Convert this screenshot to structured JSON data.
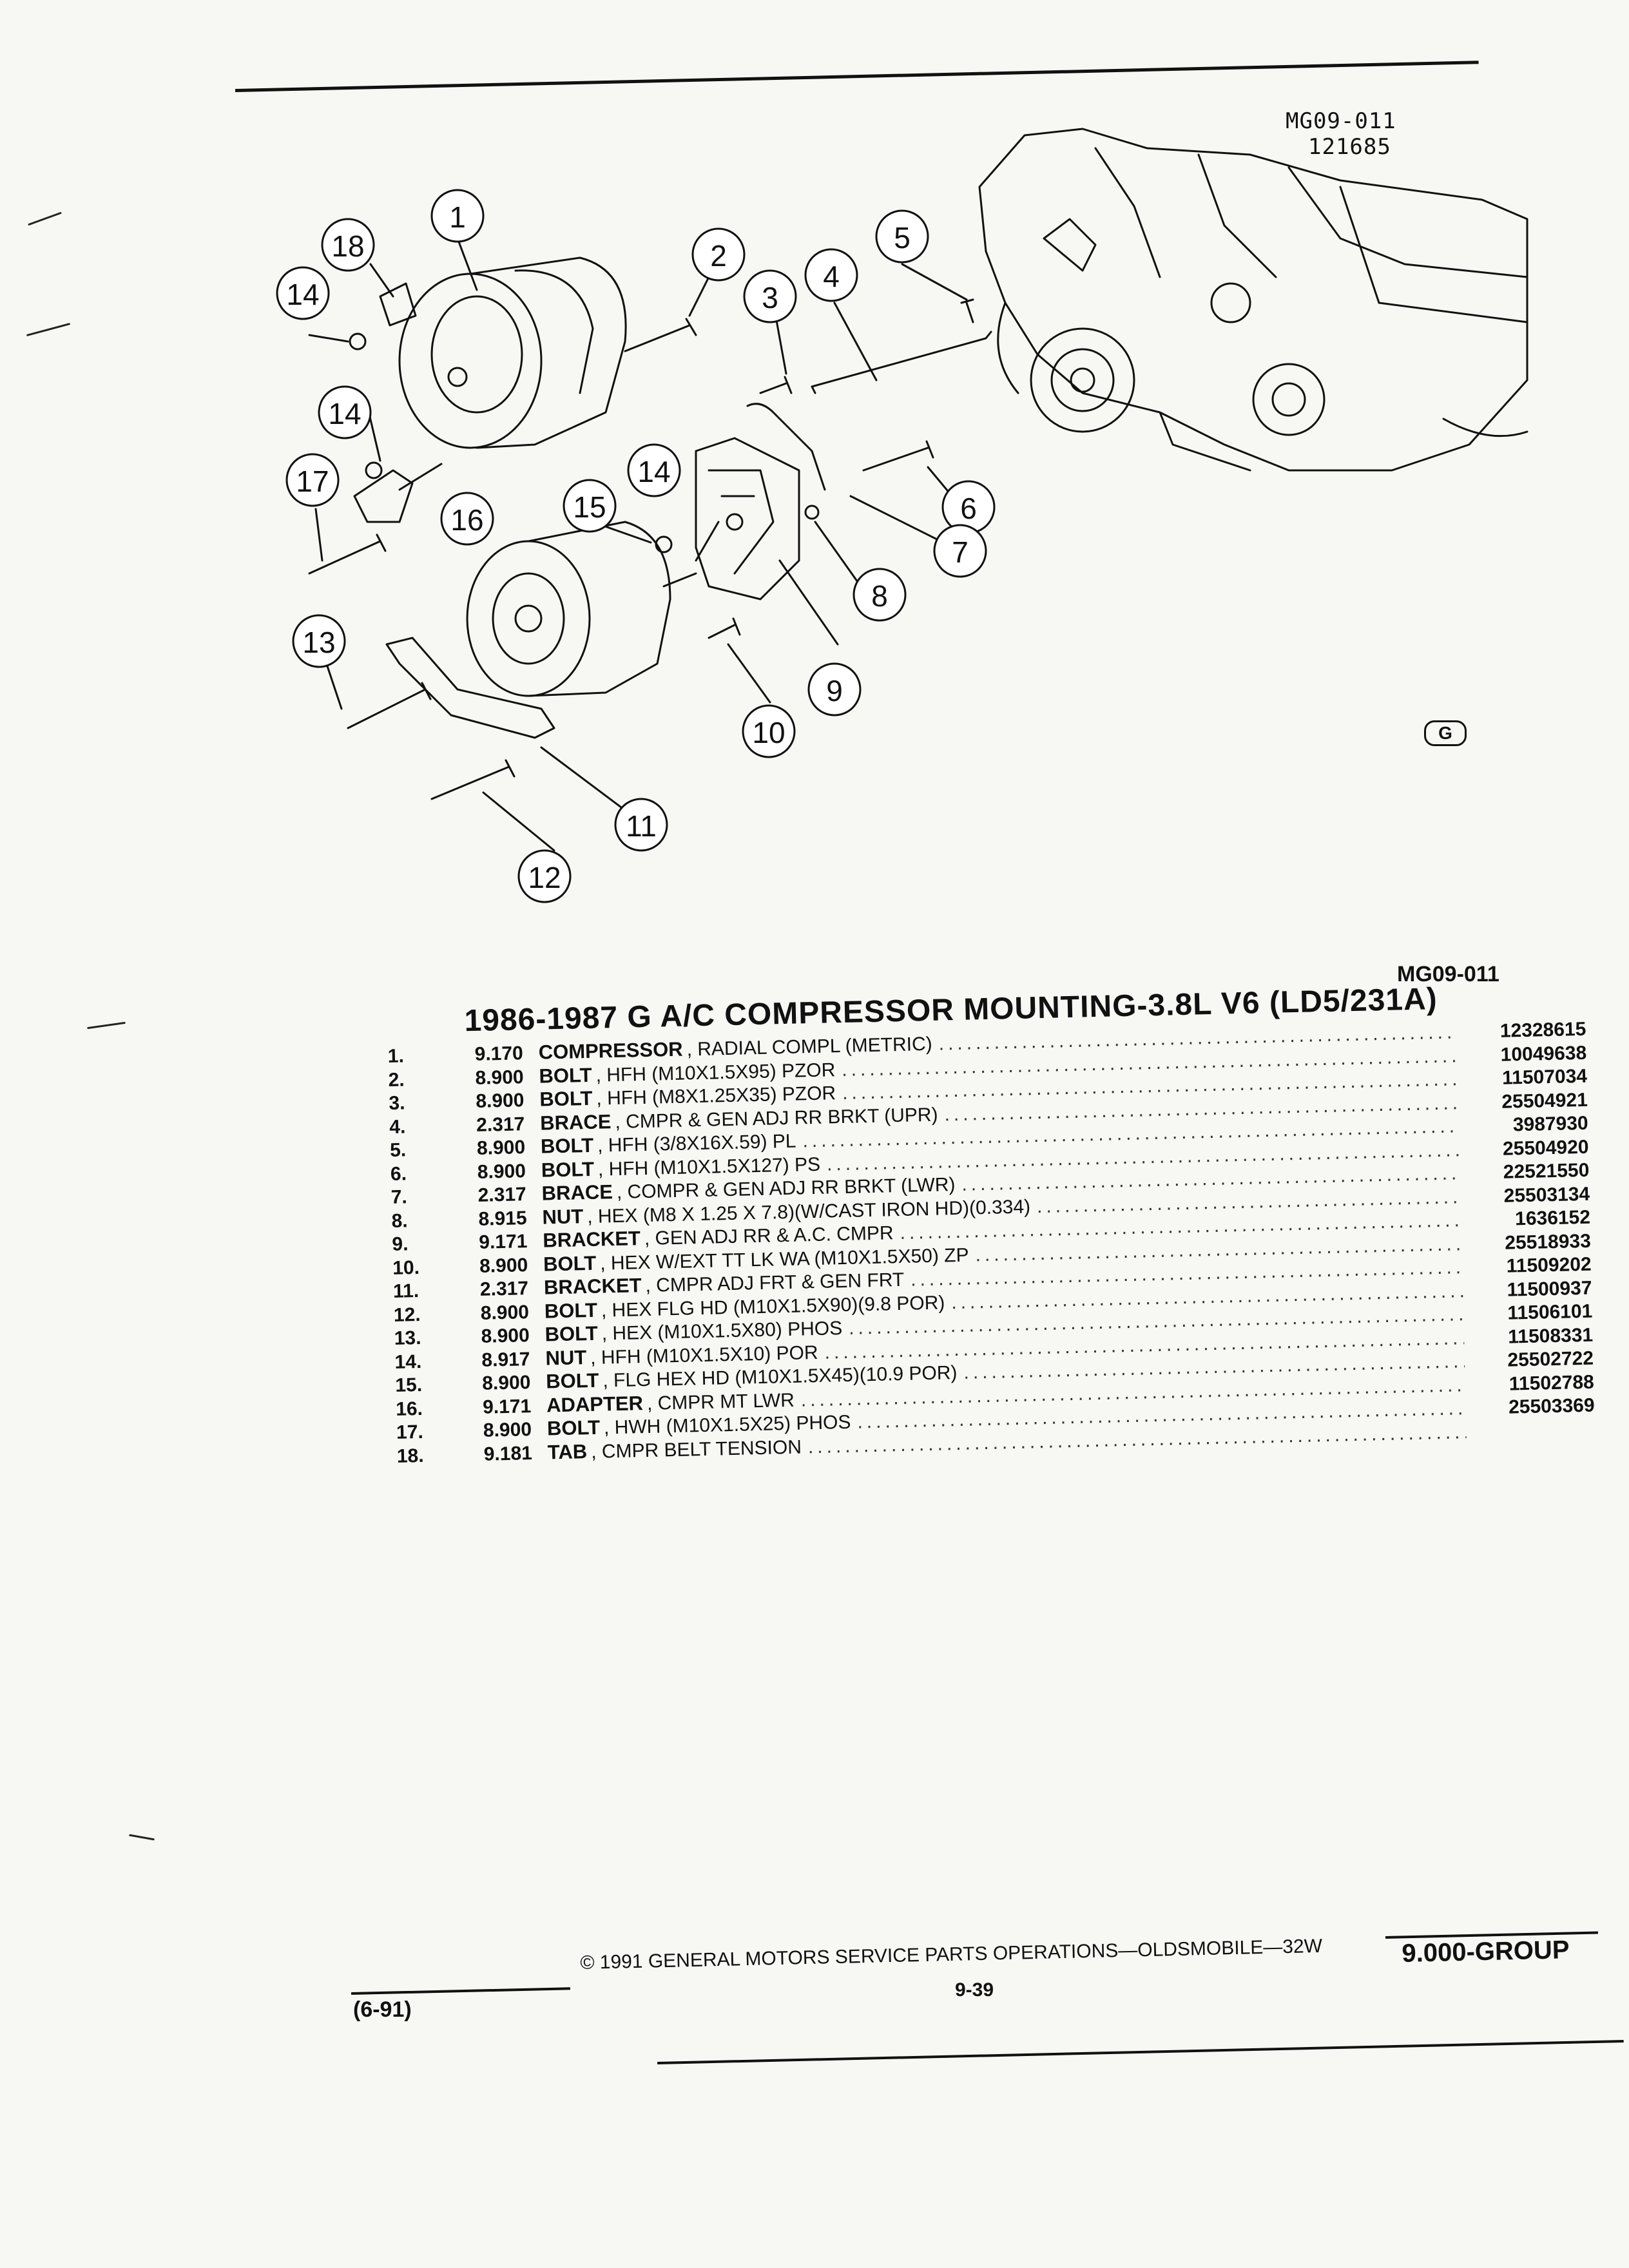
{
  "figure": {
    "ref_id": "MG09-011",
    "ref_number": "121685",
    "badge": "G",
    "code": "MG09-011",
    "callouts": [
      "1",
      "2",
      "3",
      "4",
      "5",
      "6",
      "7",
      "8",
      "9",
      "10",
      "11",
      "12",
      "13",
      "14",
      "14",
      "14",
      "15",
      "16",
      "17",
      "18"
    ]
  },
  "title": "1986-1987 G A/C COMPRESSOR MOUNTING-3.8L V6 (LD5/231A)",
  "items": [
    {
      "num": "1.",
      "group": "9.170",
      "name": "COMPRESSOR",
      "desc": ", RADIAL COMPL (METRIC)",
      "pn": "12328615"
    },
    {
      "num": "2.",
      "group": "8.900",
      "name": "BOLT",
      "desc": ", HFH (M10X1.5X95) PZOR",
      "pn": "10049638"
    },
    {
      "num": "3.",
      "group": "8.900",
      "name": "BOLT",
      "desc": ", HFH (M8X1.25X35) PZOR",
      "pn": "11507034"
    },
    {
      "num": "4.",
      "group": "2.317",
      "name": "BRACE",
      "desc": ", CMPR & GEN ADJ RR BRKT (UPR)",
      "pn": "25504921"
    },
    {
      "num": "5.",
      "group": "8.900",
      "name": "BOLT",
      "desc": ", HFH (3/8X16X.59) PL",
      "pn": "3987930"
    },
    {
      "num": "6.",
      "group": "8.900",
      "name": "BOLT",
      "desc": ", HFH (M10X1.5X127) PS",
      "pn": "25504920"
    },
    {
      "num": "7.",
      "group": "2.317",
      "name": "BRACE",
      "desc": ", COMPR & GEN ADJ RR BRKT (LWR)",
      "pn": "22521550"
    },
    {
      "num": "8.",
      "group": "8.915",
      "name": "NUT",
      "desc": ", HEX (M8 X 1.25 X 7.8)(W/CAST IRON HD)(0.334)",
      "pn": "25503134"
    },
    {
      "num": "9.",
      "group": "9.171",
      "name": "BRACKET",
      "desc": ", GEN ADJ RR & A.C. CMPR",
      "pn": "1636152"
    },
    {
      "num": "10.",
      "group": "8.900",
      "name": "BOLT",
      "desc": ", HEX W/EXT TT LK WA (M10X1.5X50) ZP",
      "pn": "25518933"
    },
    {
      "num": "11.",
      "group": "2.317",
      "name": "BRACKET",
      "desc": ", CMPR ADJ FRT & GEN FRT",
      "pn": "11509202"
    },
    {
      "num": "12.",
      "group": "8.900",
      "name": "BOLT",
      "desc": ", HEX FLG HD (M10X1.5X90)(9.8 POR)",
      "pn": "11500937"
    },
    {
      "num": "13.",
      "group": "8.900",
      "name": "BOLT",
      "desc": ", HEX (M10X1.5X80) PHOS",
      "pn": "11506101"
    },
    {
      "num": "14.",
      "group": "8.917",
      "name": "NUT",
      "desc": ", HFH (M10X1.5X10) POR",
      "pn": "11508331"
    },
    {
      "num": "15.",
      "group": "8.900",
      "name": "BOLT",
      "desc": ", FLG HEX HD (M10X1.5X45)(10.9 POR)",
      "pn": "25502722"
    },
    {
      "num": "16.",
      "group": "9.171",
      "name": "ADAPTER",
      "desc": ", CMPR MT LWR",
      "pn": "11502788"
    },
    {
      "num": "17.",
      "group": "8.900",
      "name": "BOLT",
      "desc": ", HWH (M10X1.5X25) PHOS",
      "pn": "25503369"
    },
    {
      "num": "18.",
      "group": "9.181",
      "name": "TAB",
      "desc": ", CMPR BELT TENSION",
      "pn": ""
    }
  ],
  "footer": {
    "copyright": "© 1991 GENERAL MOTORS SERVICE PARTS OPERATIONS—OLDSMOBILE—32W",
    "page": "9-39",
    "group": "9.000-GROUP",
    "date": "(6-91)"
  }
}
